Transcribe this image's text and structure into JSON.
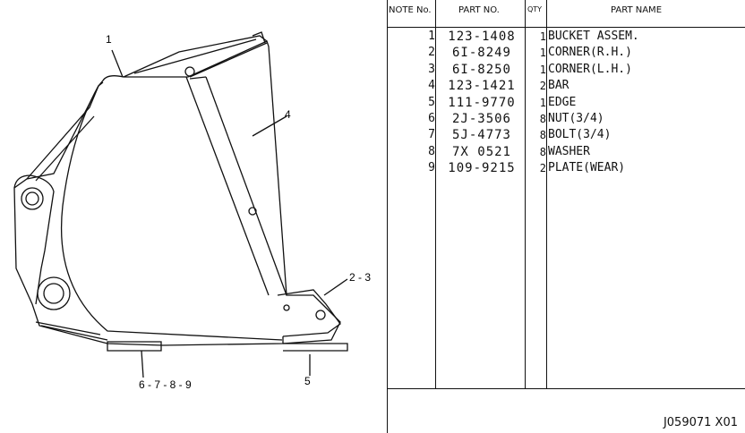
{
  "drawing": {
    "callouts": [
      "1",
      "4",
      "2 - 3",
      "5",
      "6 - 7 - 8 - 9"
    ]
  },
  "table": {
    "headers": {
      "note": "NOTE No.",
      "part_no": "PART NO.",
      "qty": "QTY",
      "part_name": "PART NAME"
    },
    "rows": [
      {
        "note": "1",
        "part_no": "123-1408",
        "qty": "1",
        "part_name": "BUCKET ASSEM."
      },
      {
        "note": "2",
        "part_no": "6I-8249",
        "qty": "1",
        "part_name": " CORNER(R.H.)"
      },
      {
        "note": "3",
        "part_no": "6I-8250",
        "qty": "1",
        "part_name": " CORNER(L.H.)"
      },
      {
        "note": "4",
        "part_no": "123-1421",
        "qty": "2",
        "part_name": " BAR"
      },
      {
        "note": "5",
        "part_no": "111-9770",
        "qty": "1",
        "part_name": " EDGE"
      },
      {
        "note": "6",
        "part_no": "2J-3506",
        "qty": "8",
        "part_name": "NUT(3/4)"
      },
      {
        "note": "7",
        "part_no": "5J-4773",
        "qty": "8",
        "part_name": "BOLT(3/4)"
      },
      {
        "note": "8",
        "part_no": "7X 0521",
        "qty": "8",
        "part_name": "WASHER"
      },
      {
        "note": "9",
        "part_no": "109-9215",
        "qty": "2",
        "part_name": "PLATE(WEAR)"
      }
    ]
  },
  "footer": {
    "code": "J059071   X01"
  }
}
